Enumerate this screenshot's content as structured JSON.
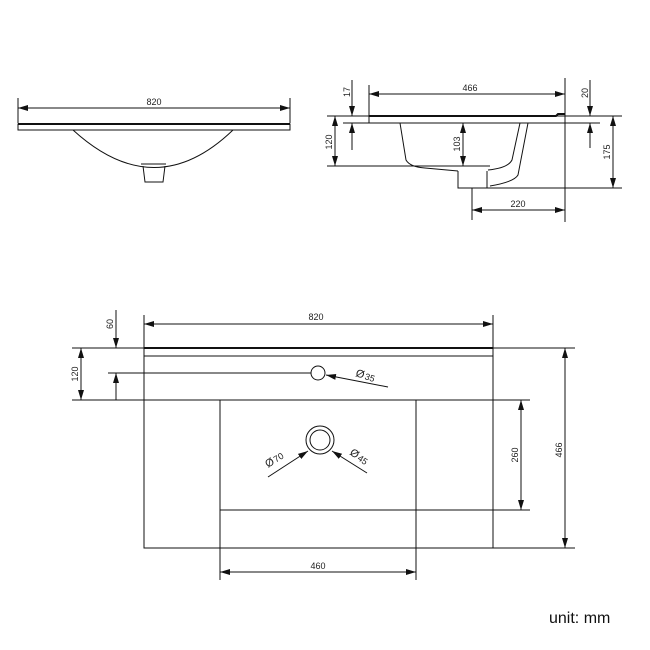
{
  "front_view": {
    "width": "820"
  },
  "side_view": {
    "depth": "466",
    "slab_top": "17",
    "bowl_height": "120",
    "bowl_inner": "103",
    "edge": "20",
    "total_height": "175",
    "drain_offset": "220"
  },
  "plan_view": {
    "width": "820",
    "slab_edge": "60",
    "tap_offset": "120",
    "tap_hole": "35",
    "drain_outer": "70",
    "drain_inner": "45",
    "basin_depth": "260",
    "total_depth": "466",
    "basin_width": "460"
  },
  "diameter_symbol": "Ø",
  "unit_label": "unit: mm",
  "colors": {
    "line": "#111111",
    "background": "#ffffff"
  }
}
